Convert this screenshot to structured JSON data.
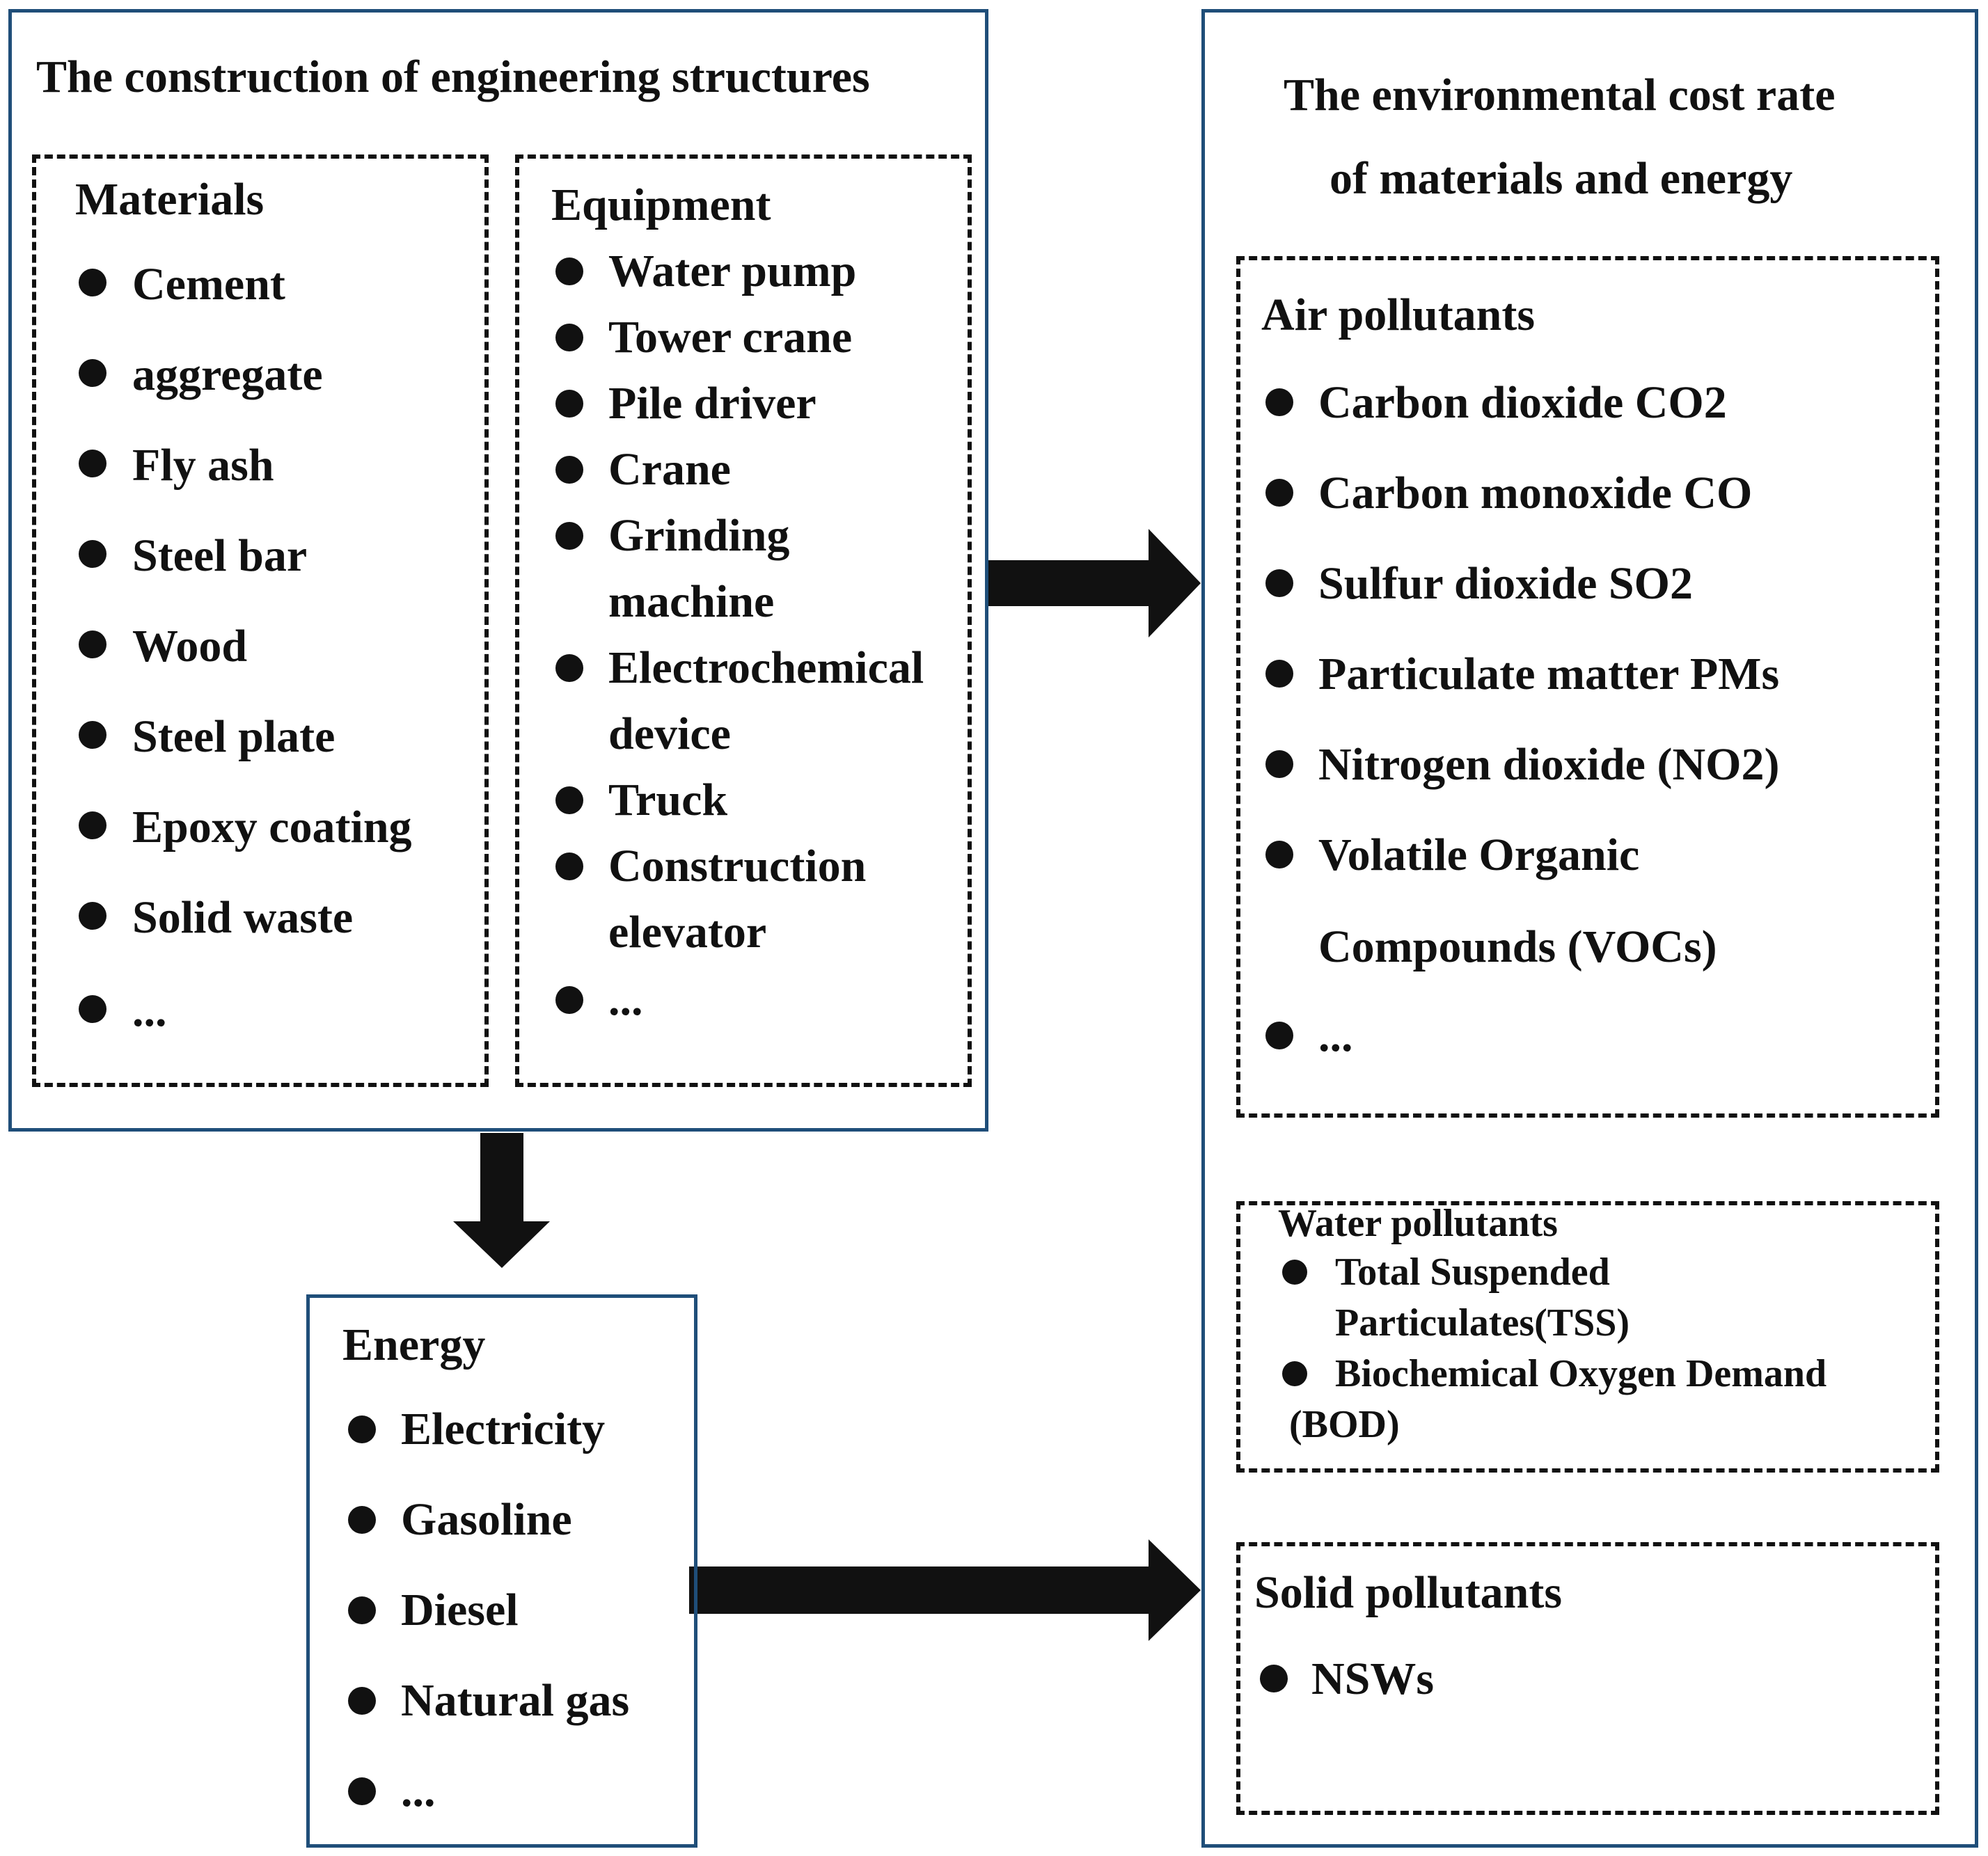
{
  "construction": {
    "title": "The construction of engineering structures",
    "materials": {
      "heading": "Materials",
      "items": [
        "Cement",
        "aggregate",
        "Fly ash",
        "Steel bar",
        "Wood",
        "Steel plate",
        "Epoxy coating",
        "Solid waste",
        "..."
      ]
    },
    "equipment": {
      "heading": "Equipment",
      "items": [
        {
          "line1": "Water pump"
        },
        {
          "line1": "Tower crane"
        },
        {
          "line1": "Pile driver"
        },
        {
          "line1": "Crane"
        },
        {
          "line1": "Grinding",
          "line2": "machine"
        },
        {
          "line1": "Electrochemical",
          "line2": "device"
        },
        {
          "line1": "Truck"
        },
        {
          "line1": "Construction",
          "line2": "elevator"
        },
        {
          "line1": "..."
        }
      ]
    }
  },
  "energy": {
    "heading": "Energy",
    "items": [
      "Electricity",
      "Gasoline",
      "Diesel",
      "Natural gas",
      "..."
    ]
  },
  "cost_rate": {
    "title_line1": "The environmental cost rate",
    "title_line2": "of materials and energy",
    "air": {
      "heading": "Air pollutants",
      "items": [
        {
          "line1": "Carbon dioxide CO2"
        },
        {
          "line1": "Carbon monoxide CO"
        },
        {
          "line1": "Sulfur dioxide SO2"
        },
        {
          "line1": "Particulate matter PMs"
        },
        {
          "line1": "Nitrogen dioxide (NO2)"
        },
        {
          "line1": "Volatile Organic",
          "line2": "Compounds (VOCs)"
        },
        {
          "line1": "..."
        }
      ]
    },
    "water": {
      "heading": "Water pollutants",
      "items": [
        {
          "line1": "Total Suspended",
          "line2": "Particulates(TSS)"
        },
        {
          "line1": "Biochemical Oxygen Demand",
          "line2": "(BOD)"
        }
      ]
    },
    "solid": {
      "heading": "Solid pollutants",
      "items": [
        "NSWs"
      ]
    }
  },
  "colors": {
    "box_border": "#1f4e79",
    "ink": "#111111",
    "background": "#ffffff"
  }
}
